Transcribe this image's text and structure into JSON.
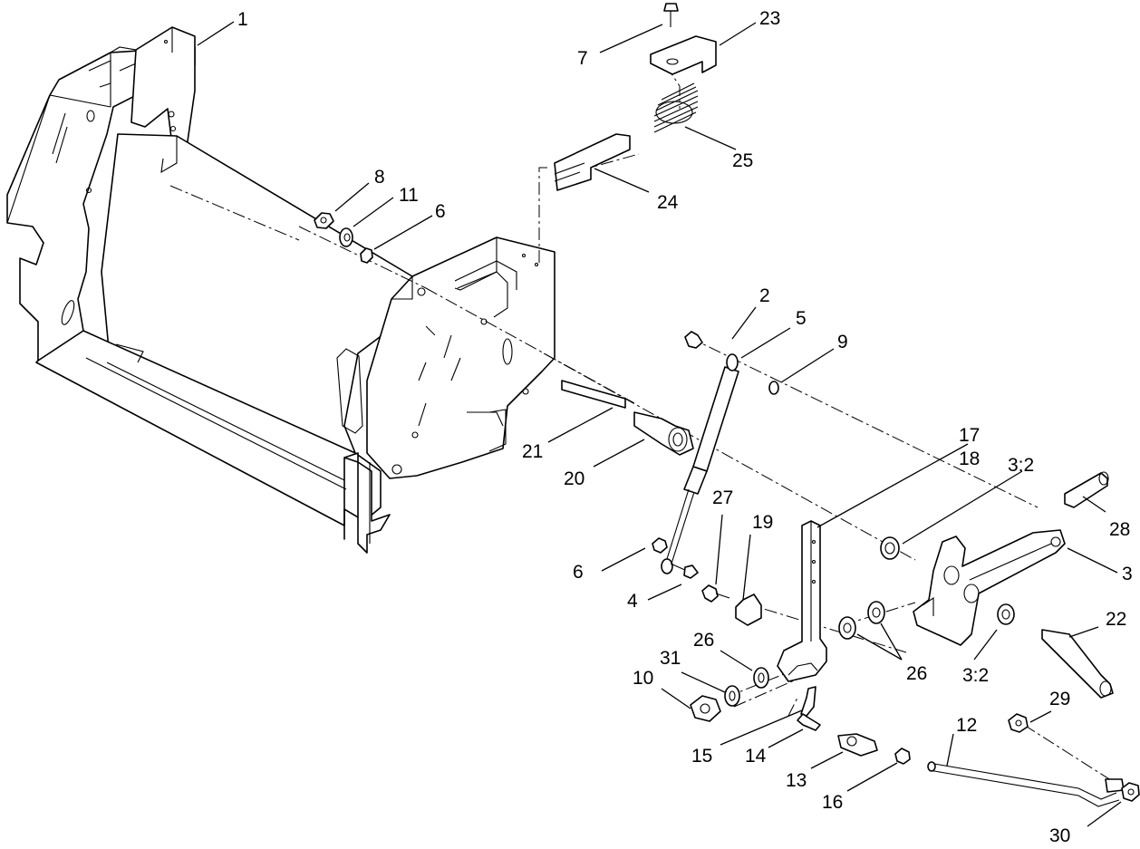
{
  "callouts": [
    {
      "id": "c1",
      "text": "1"
    },
    {
      "id": "c2",
      "text": "2"
    },
    {
      "id": "c3",
      "text": "3"
    },
    {
      "id": "c3b",
      "text": "3:2"
    },
    {
      "id": "c3c",
      "text": "3:2"
    },
    {
      "id": "c4",
      "text": "4"
    },
    {
      "id": "c5",
      "text": "5"
    },
    {
      "id": "c6a",
      "text": "6"
    },
    {
      "id": "c6b",
      "text": "6"
    },
    {
      "id": "c7",
      "text": "7"
    },
    {
      "id": "c8",
      "text": "8"
    },
    {
      "id": "c9",
      "text": "9"
    },
    {
      "id": "c10",
      "text": "10"
    },
    {
      "id": "c11",
      "text": "11"
    },
    {
      "id": "c12",
      "text": "12"
    },
    {
      "id": "c13",
      "text": "13"
    },
    {
      "id": "c14",
      "text": "14"
    },
    {
      "id": "c15",
      "text": "15"
    },
    {
      "id": "c16",
      "text": "16"
    },
    {
      "id": "c17",
      "text": "17"
    },
    {
      "id": "c18",
      "text": "18"
    },
    {
      "id": "c19",
      "text": "19"
    },
    {
      "id": "c20",
      "text": "20"
    },
    {
      "id": "c21",
      "text": "21"
    },
    {
      "id": "c22",
      "text": "22"
    },
    {
      "id": "c23",
      "text": "23"
    },
    {
      "id": "c24",
      "text": "24"
    },
    {
      "id": "c25",
      "text": "25"
    },
    {
      "id": "c26a",
      "text": "26"
    },
    {
      "id": "c26b",
      "text": "26"
    },
    {
      "id": "c27",
      "text": "27"
    },
    {
      "id": "c28",
      "text": "28"
    },
    {
      "id": "c29",
      "text": "29"
    },
    {
      "id": "c30",
      "text": "30"
    },
    {
      "id": "c31",
      "text": "31"
    }
  ]
}
